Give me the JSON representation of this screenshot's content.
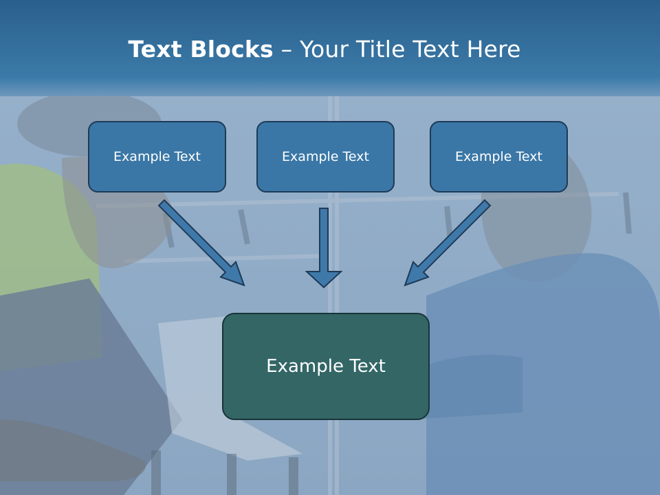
{
  "title": {
    "bold": "Text Blocks",
    "dash": " – ",
    "rest": "Your Title Text Here"
  },
  "boxes": {
    "left": "Example Text",
    "center": "Example Text",
    "right": "Example Text",
    "bottom": "Example Text"
  },
  "colors": {
    "header_band": "#2e6b9a",
    "top_box_fill": "#3a77a6",
    "top_box_border": "#1d3a57",
    "bottom_box_fill": "#346666",
    "bottom_box_border": "#173437",
    "arrow_fill": "#3f79aa",
    "arrow_stroke": "#1d3a57"
  }
}
